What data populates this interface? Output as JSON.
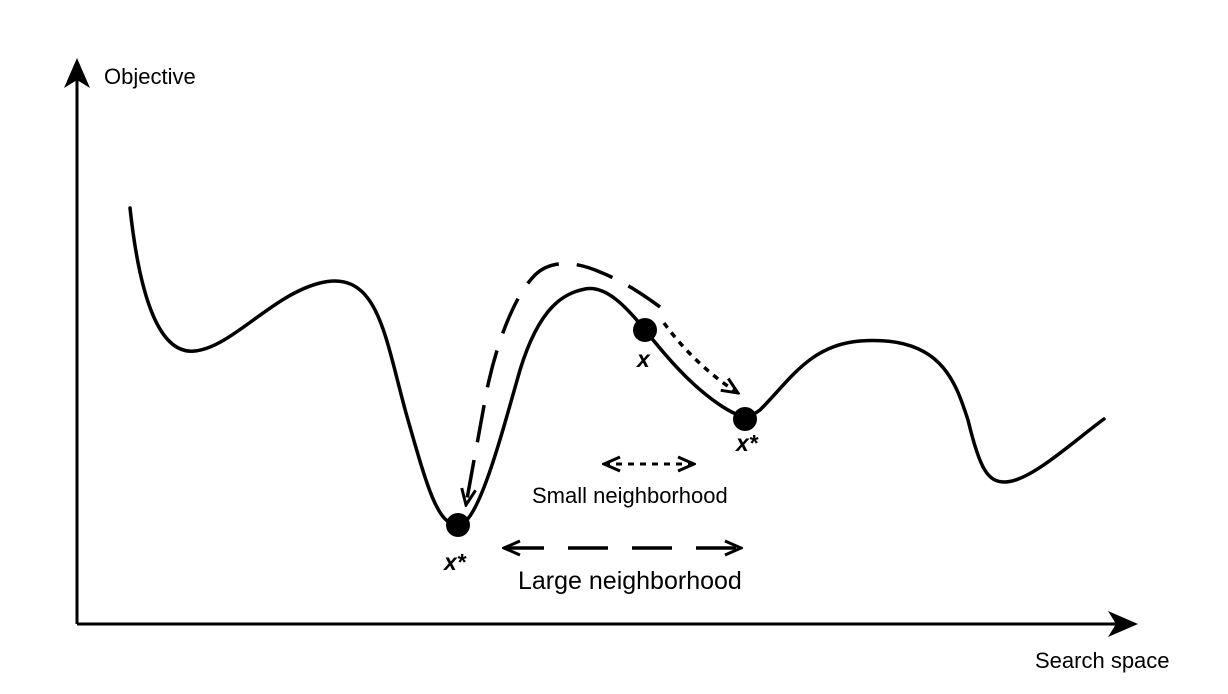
{
  "axes": {
    "y_label": "Objective",
    "x_label": "Search space"
  },
  "points": {
    "current": "x",
    "local_optimum": "x*",
    "global_optimum": "x*"
  },
  "neighborhoods": {
    "small": "Small neighborhood",
    "large": "Large neighborhood"
  },
  "colors": {
    "stroke": "#000000",
    "background": "#ffffff"
  }
}
